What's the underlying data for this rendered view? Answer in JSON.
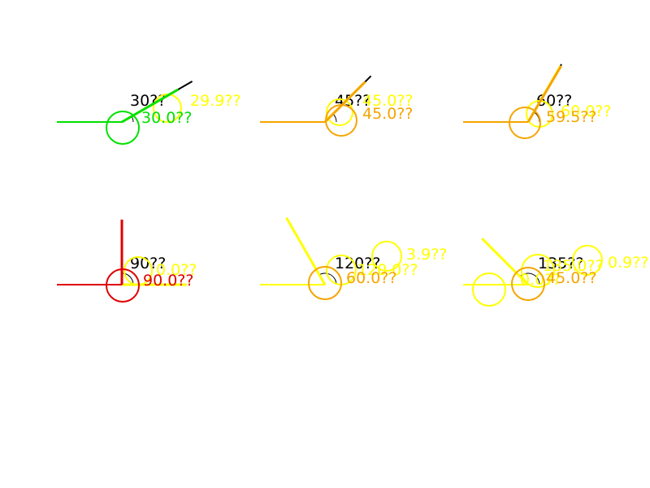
{
  "colors": {
    "background": "#ffffff",
    "reference": "#000000",
    "green": "#00e000",
    "yellow": "#ffff00",
    "orange": "#f5a500",
    "red": "#e00000"
  },
  "panels": [
    {
      "id": "p30",
      "title": "30??",
      "angle_deg": 30,
      "detections": [
        {
          "color_key": "yellow",
          "angle_deg": 29.9,
          "label": "29.9??"
        },
        {
          "color_key": "green",
          "angle_deg": 30.0,
          "label": "30.0??"
        }
      ]
    },
    {
      "id": "p45",
      "title": "45??",
      "angle_deg": 45,
      "detections": [
        {
          "color_key": "yellow",
          "angle_deg": 45.0,
          "label": "45.0??"
        },
        {
          "color_key": "orange",
          "angle_deg": 45.0,
          "label": "45.0??"
        }
      ]
    },
    {
      "id": "p60",
      "title": "60??",
      "angle_deg": 60,
      "detections": [
        {
          "color_key": "yellow",
          "angle_deg": 60.0,
          "label": "60.0??"
        },
        {
          "color_key": "orange",
          "angle_deg": 59.5,
          "label": "59.5??"
        }
      ]
    },
    {
      "id": "p90",
      "title": "90??",
      "angle_deg": 90,
      "detections": [
        {
          "color_key": "yellow",
          "angle_deg": 0.0,
          "label": "0.0??"
        },
        {
          "color_key": "red",
          "angle_deg": 90.0,
          "label": "90.0??"
        }
      ]
    },
    {
      "id": "p120",
      "title": "120??",
      "angle_deg": 120,
      "detections": [
        {
          "color_key": "yellow",
          "angle_deg": 3.9,
          "label": "3.9??"
        },
        {
          "color_key": "yellow",
          "angle_deg": 120.0,
          "label": "120.0??"
        },
        {
          "color_key": "orange",
          "angle_deg": 60.0,
          "label": "60.0??"
        }
      ]
    },
    {
      "id": "p135",
      "title": "135??",
      "angle_deg": 135,
      "detections": [
        {
          "color_key": "yellow",
          "angle_deg": 0.9,
          "label": "0.9??"
        },
        {
          "color_key": "yellow",
          "angle_deg": 0.0,
          "label": "0.0??"
        },
        {
          "color_key": "yellow",
          "angle_deg": 135.0,
          "label": "135.0??"
        },
        {
          "color_key": "orange",
          "angle_deg": 45.0,
          "label": "45.0??"
        }
      ]
    }
  ]
}
